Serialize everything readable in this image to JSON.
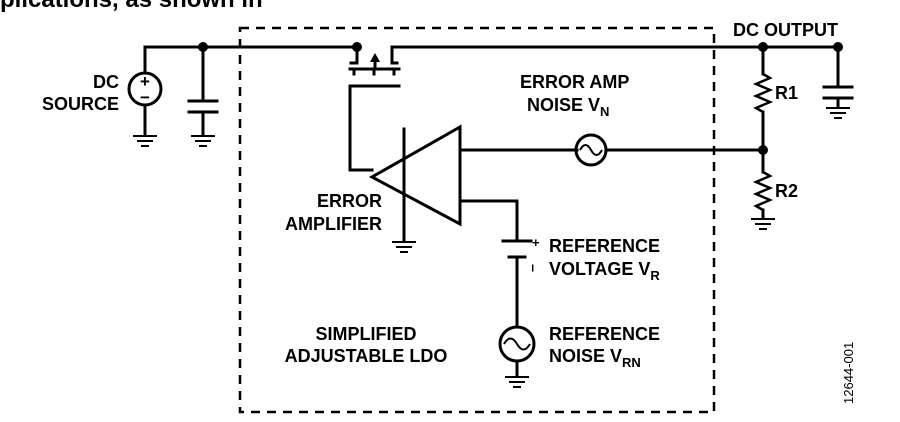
{
  "labels": {
    "top_text": "plications, as shown in",
    "dc_output": "DC OUTPUT",
    "dc_source_line1": "DC",
    "dc_source_line2": "SOURCE",
    "r1": "R1",
    "r2": "R2",
    "error_amp_noise_line1": "ERROR AMP",
    "error_amp_noise_line2": "NOISE V",
    "error_amp_noise_sub": "N",
    "error_amplifier_line1": "ERROR",
    "error_amplifier_line2": "AMPLIFIER",
    "reference_voltage_line1": "REFERENCE",
    "reference_voltage_line2": "VOLTAGE V",
    "reference_voltage_sub": "R",
    "simplified_line1": "SIMPLIFIED",
    "simplified_line2": "ADJUSTABLE LDO",
    "reference_noise_line1": "REFERENCE",
    "reference_noise_line2": "NOISE V",
    "reference_noise_sub": "RN",
    "figure_id": "12644-001"
  },
  "symbols": {
    "source_plus": "+",
    "source_minus": "−",
    "vr_plus": "+",
    "vr_minus": "−"
  }
}
